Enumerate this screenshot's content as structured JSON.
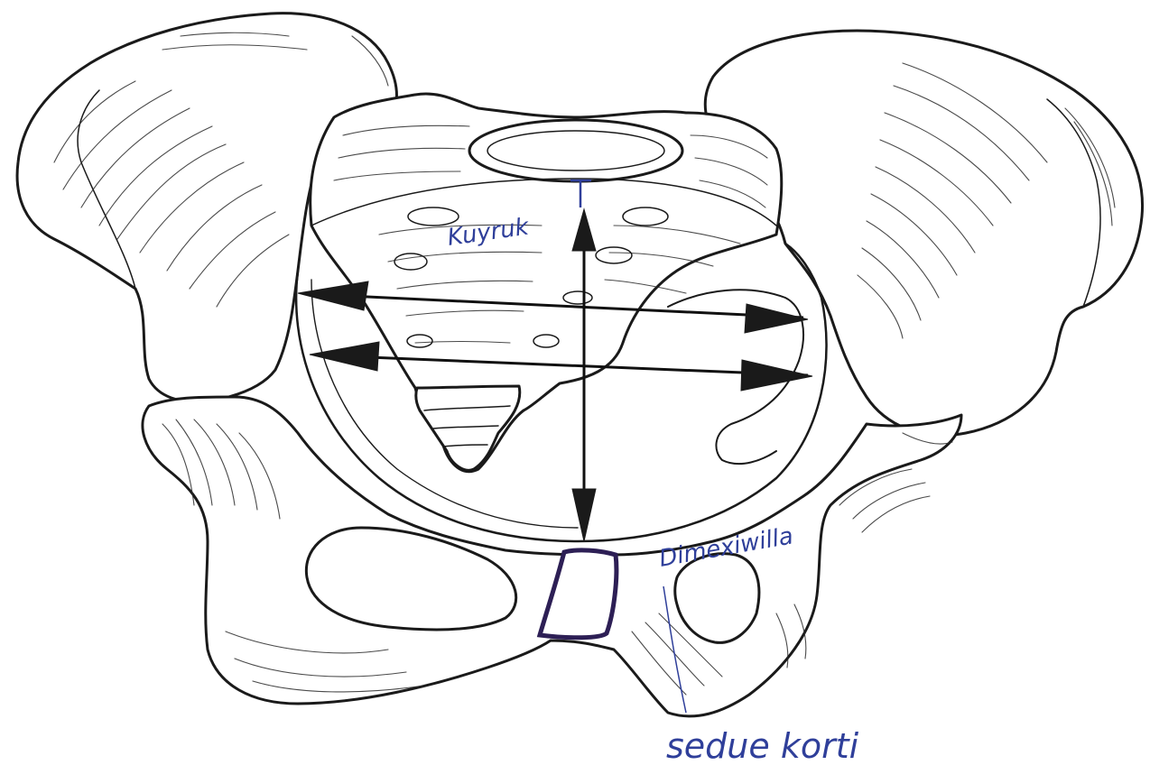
{
  "annotations": {
    "sacrum_label": "Kuyruk",
    "pubic_label": "Dimexiwilla",
    "bottom_label": "sedue korti"
  },
  "colors": {
    "line": "#1a1a1a",
    "handwriting": "#2f3f9a",
    "symphysis": "#2d1f55",
    "paper": "#ffffff"
  }
}
